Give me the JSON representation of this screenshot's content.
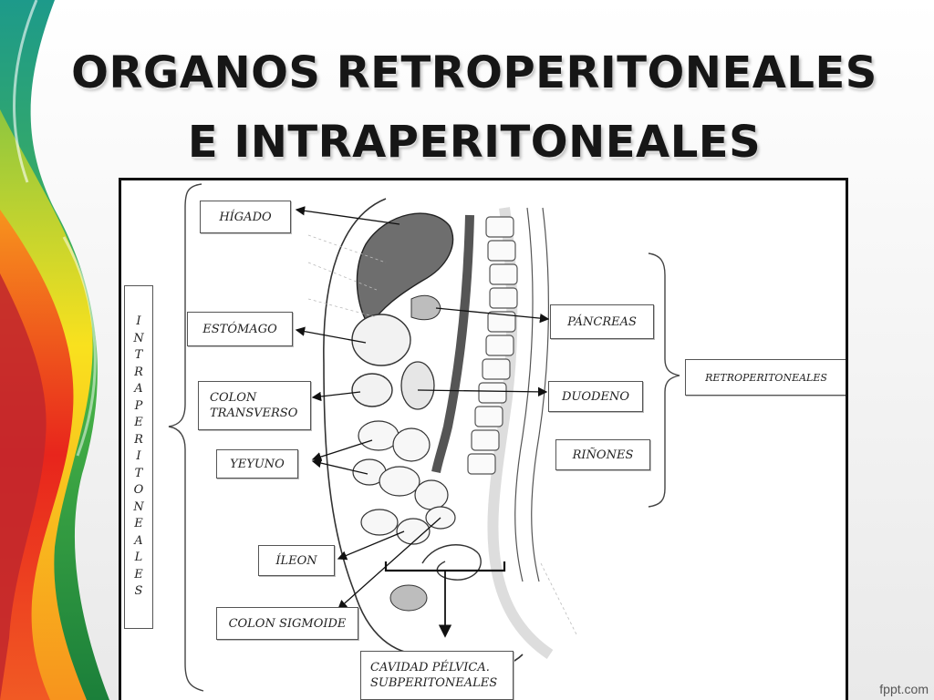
{
  "slide": {
    "title_line1": "ORGANOS RETROPERITONEALES",
    "title_line2": "E INTRAPERITONEALES",
    "footer": "fppt.com"
  },
  "diagram": {
    "group_intra": "INTRAPERITONEALES",
    "group_retro": "RETROPERITONEALES",
    "labels": {
      "higado": "HÍGADO",
      "estomago": "ESTÓMAGO",
      "colon_transverso_1": "COLON",
      "colon_transverso_2": "TRANSVERSO",
      "yeyuno": "YEYUNO",
      "ileon": "ÍLEON",
      "colon_sigmoide": "COLON SIGMOIDE",
      "pancreas": "PÁNCREAS",
      "duodeno": "DUODENO",
      "rinones": "RIÑONES",
      "cavidad_1": "CAVIDAD PÉLVICA.",
      "cavidad_2": "SUBPERITONEALES"
    }
  },
  "colors": {
    "swirl_red": "#e8251c",
    "swirl_orange": "#f7941d",
    "swirl_yellow": "#f9e11e",
    "swirl_green": "#4cb848",
    "swirl_teal": "#1d9a8a",
    "organ_dark": "#6e6e6e"
  }
}
